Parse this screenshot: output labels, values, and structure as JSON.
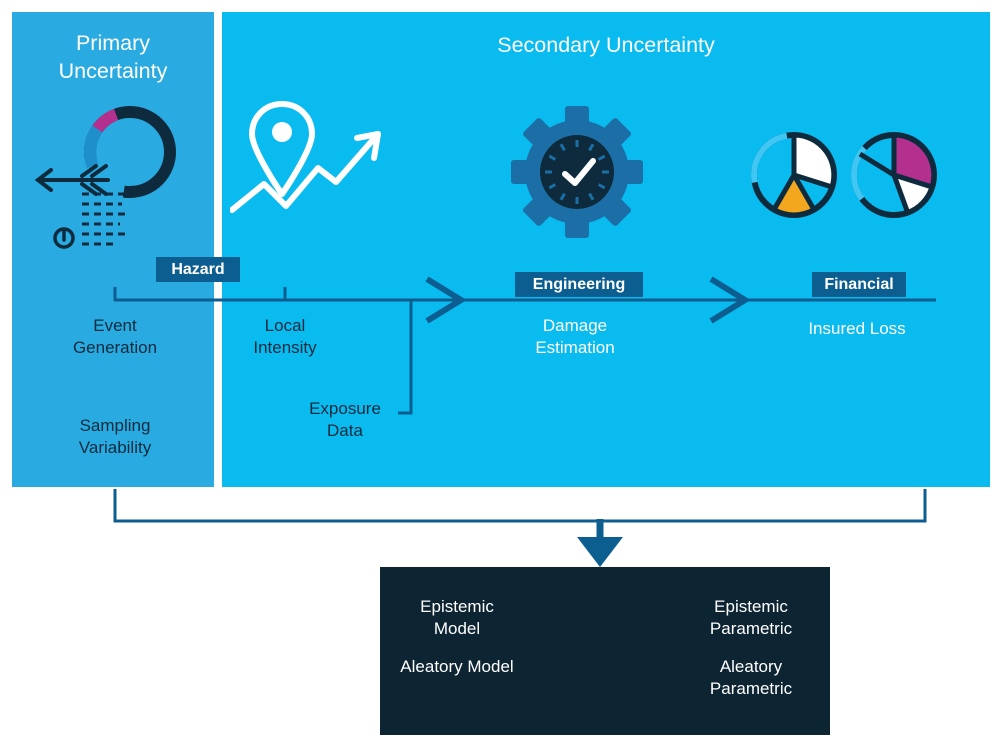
{
  "colors": {
    "panel_primary": "#29ABE2",
    "panel_secondary": "#0ABBF0",
    "navy": "#0E2B3E",
    "line_blue": "#0C5E91",
    "badge_bg": "#0C5E91",
    "magenta": "#B3308F",
    "yellow": "#F2A71E",
    "box_bg": "#0D2433",
    "cross_blue": "#1A6FA0",
    "gear_blue": "#1B6FA6",
    "light_cyan_arc": "#3FC6F2"
  },
  "panels": {
    "primary": {
      "title": "Primary Uncertainty"
    },
    "secondary": {
      "title": "Secondary Uncertainty"
    }
  },
  "flow": {
    "hazard_badge": "Hazard",
    "engineering_badge": "Engineering",
    "financial_badge": "Financial",
    "event_generation": "Event Generation",
    "sampling_variability": "Sampling Variability",
    "local_intensity": "Local Intensity",
    "exposure_data": "Exposure Data",
    "damage_estimation": "Damage Estimation",
    "insured_loss": "Insured Loss"
  },
  "quadrant": {
    "top_left": "Epistemic Model",
    "top_right": "Epistemic Parametric",
    "bottom_left": "Aleatory Model",
    "bottom_right": "Aleatory Parametric"
  },
  "icons": {
    "event_generation": "arrow-donut-chart-icon",
    "local_intensity": "location-pin-trend-icon",
    "engineering": "gear-clock-icon",
    "financial": "pie-charts-icon"
  }
}
